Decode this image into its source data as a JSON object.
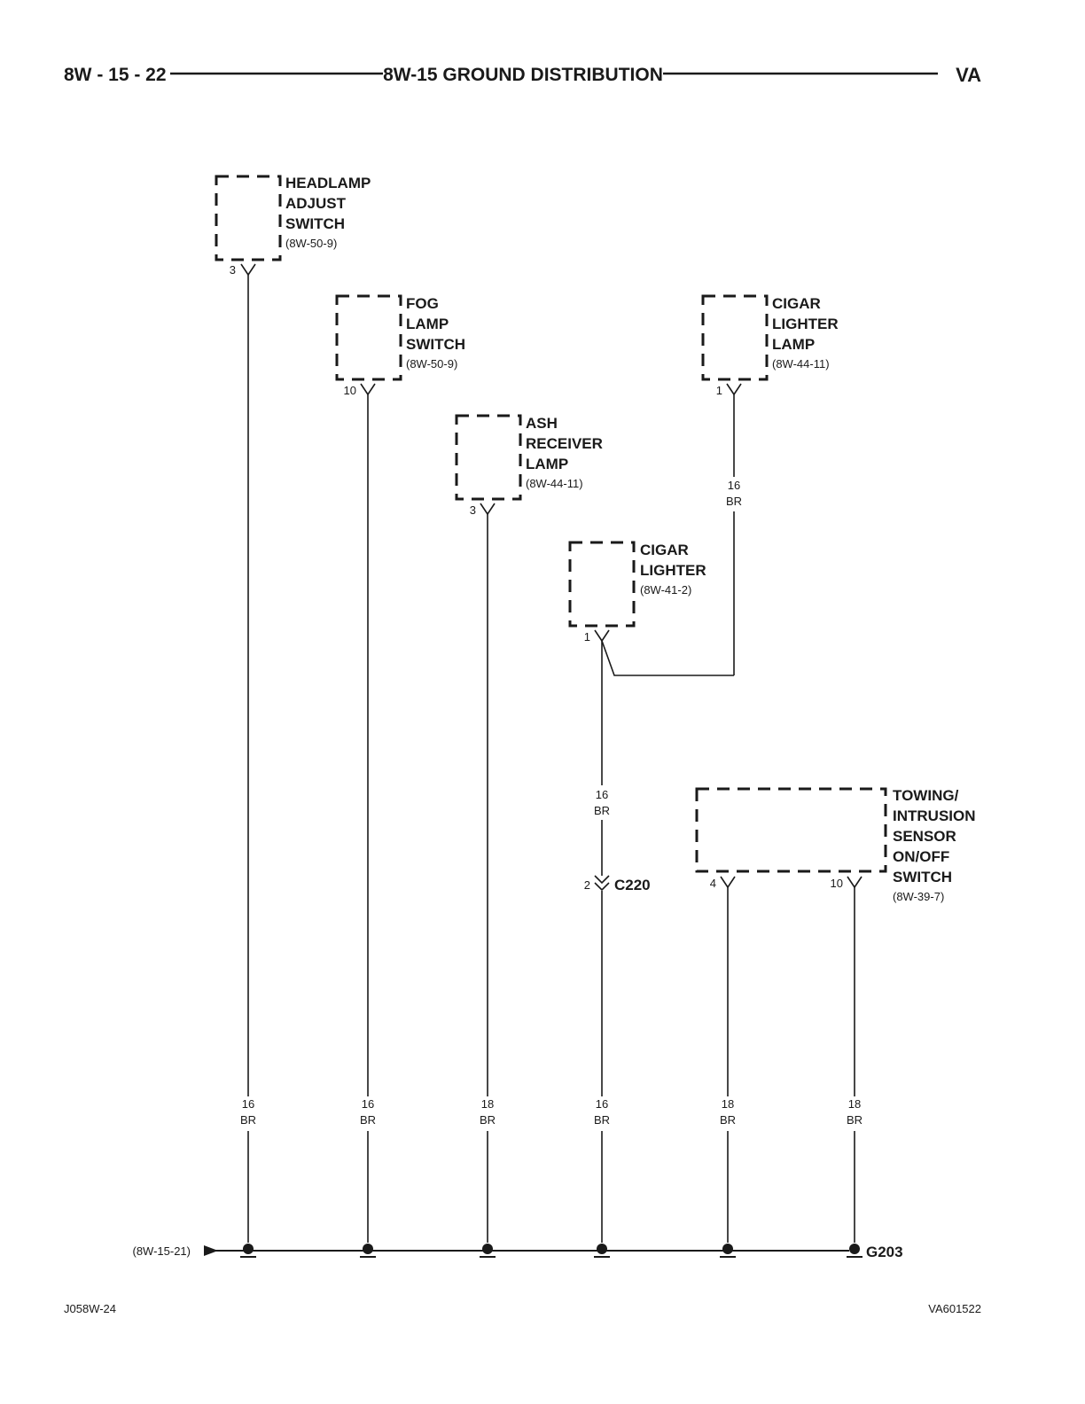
{
  "header": {
    "page_number": "8W - 15 - 22",
    "title": "8W-15 GROUND DISTRIBUTION",
    "model": "VA"
  },
  "components": [
    {
      "id": "headlamp",
      "lines": [
        "HEADLAMP",
        "ADJUST",
        "SWITCH"
      ],
      "ref": "(8W-50-9)",
      "pins": [
        "3"
      ]
    },
    {
      "id": "fog",
      "lines": [
        "FOG",
        "LAMP",
        "SWITCH"
      ],
      "ref": "(8W-50-9)",
      "pins": [
        "10"
      ]
    },
    {
      "id": "ash",
      "lines": [
        "ASH",
        "RECEIVER",
        "LAMP"
      ],
      "ref": "(8W-44-11)",
      "pins": [
        "3"
      ]
    },
    {
      "id": "cigarlamp",
      "lines": [
        "CIGAR",
        "LIGHTER",
        "LAMP"
      ],
      "ref": "(8W-44-11)",
      "pins": [
        "1"
      ]
    },
    {
      "id": "cigar",
      "lines": [
        "CIGAR",
        "LIGHTER"
      ],
      "ref": "(8W-41-2)",
      "pins": [
        "1"
      ]
    },
    {
      "id": "towing",
      "lines": [
        "TOWING/",
        "INTRUSION",
        "SENSOR",
        "ON/OFF",
        "SWITCH"
      ],
      "ref": "(8W-39-7)",
      "pins": [
        "4",
        "10"
      ]
    }
  ],
  "wires": [
    {
      "id": "w1",
      "gauge": "16",
      "color": "BR"
    },
    {
      "id": "w2",
      "gauge": "16",
      "color": "BR"
    },
    {
      "id": "w3",
      "gauge": "18",
      "color": "BR"
    },
    {
      "id": "w4",
      "gauge": "16",
      "color": "BR"
    },
    {
      "id": "w5",
      "gauge": "18",
      "color": "BR"
    },
    {
      "id": "w6",
      "gauge": "18",
      "color": "BR"
    },
    {
      "id": "w_cigarlamp",
      "gauge": "16",
      "color": "BR"
    },
    {
      "id": "w_mid",
      "gauge": "16",
      "color": "BR"
    }
  ],
  "connector": {
    "name": "C220",
    "pin": "2"
  },
  "ground": {
    "name": "G203",
    "from_ref": "(8W-15-21)"
  },
  "footer": {
    "left": "J058W-24",
    "right": "VA601522"
  }
}
